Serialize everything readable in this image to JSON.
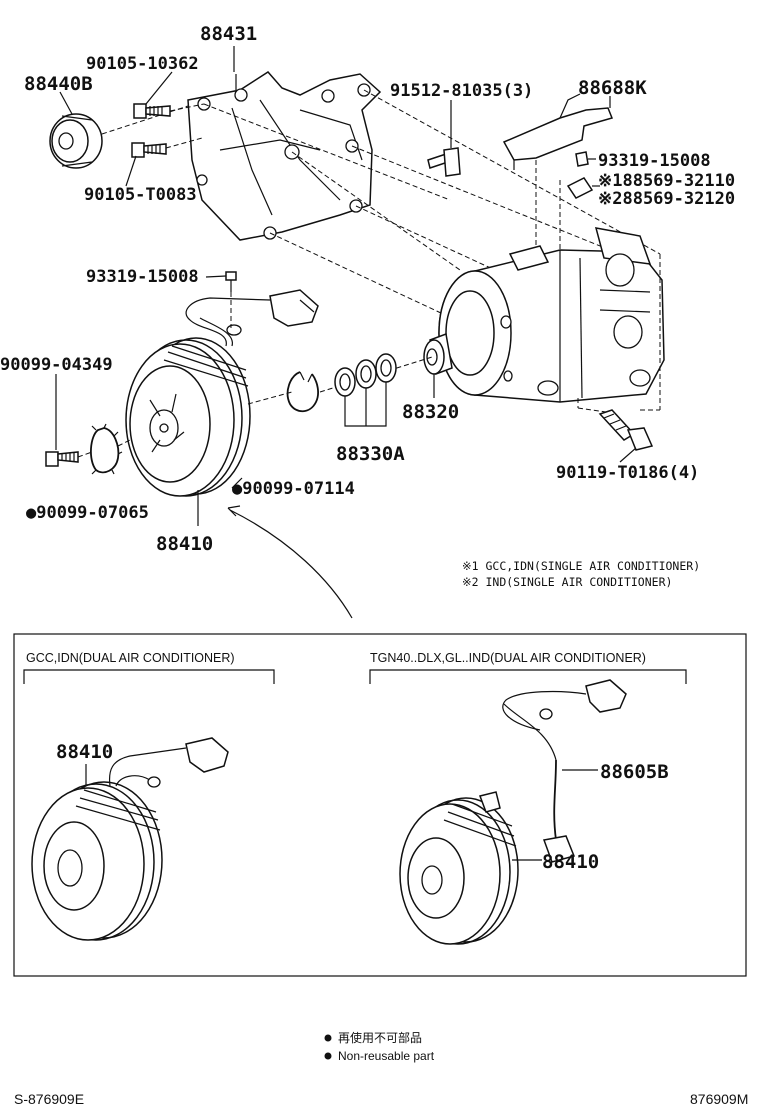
{
  "labels": {
    "p88431": "88431",
    "p90105_10362": "90105-10362",
    "p88440B": "88440B",
    "p90105_T0083": "90105-T0083",
    "p91512": "91512-81035(3)",
    "p88688K": "88688K",
    "p93319_top": "93319-15008",
    "p188569": "※188569-32110",
    "p288569": "※288569-32120",
    "p93319_mid": "93319-15008",
    "p90099_04349": "90099-04349",
    "p88320": "88320",
    "p88330A": "88330A",
    "p90099_07114": "●90099-07114",
    "p90099_07065": "●90099-07065",
    "p88410": "88410",
    "p90119": "90119-T0186(4)",
    "inset_left_88410": "88410",
    "inset_right_88605B": "88605B",
    "inset_right_88410": "88410"
  },
  "notes": {
    "n1": "※1  GCC,IDN(SINGLE AIR CONDITIONER)",
    "n2": "※2  IND(SINGLE AIR CONDITIONER)"
  },
  "inset": {
    "left_title": "GCC,IDN(DUAL AIR CONDITIONER)",
    "right_title": "TGN40..DLX,GL..IND(DUAL AIR CONDITIONER)"
  },
  "legend": {
    "line1": "再使用不可部品",
    "line2": "Non-reusable part"
  },
  "footer": {
    "left_code": "S-876909E",
    "right_code": "876909M"
  }
}
